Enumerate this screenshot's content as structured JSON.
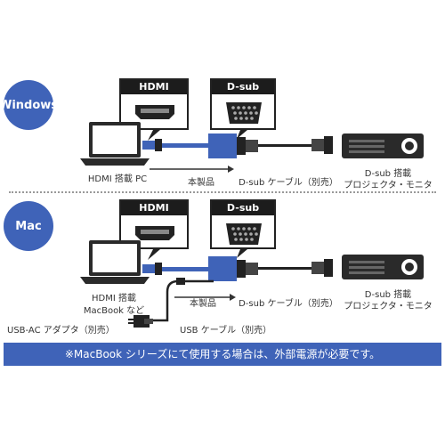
{
  "sections": {
    "windows": {
      "os_label": "Windows",
      "connector_in": "HDMI",
      "connector_out": "D-sub",
      "pc_label": "HDMI 搭載 PC",
      "product_label": "本製品",
      "cable_label": "D-sub ケーブル（別売）",
      "display_label_1": "D-sub 搭載",
      "display_label_2": "プロジェクタ・モニタ"
    },
    "mac": {
      "os_label": "Mac",
      "connector_in": "HDMI",
      "connector_out": "D-sub",
      "pc_label_1": "HDMI 搭載",
      "pc_label_2": "MacBook など",
      "product_label": "本製品",
      "cable_label": "D-sub ケーブル（別売）",
      "display_label_1": "D-sub 搭載",
      "display_label_2": "プロジェクタ・モニタ",
      "usb_adapter_label": "USB-AC アダプタ（別売）",
      "usb_cable_label": "USB ケーブル（別売）"
    }
  },
  "note": "※MacBook シリーズにて使用する場合は、外部電源が必要です。",
  "colors": {
    "accent": "#3f63b8",
    "header": "#1c1c1c",
    "device": "#2a2a2a"
  }
}
